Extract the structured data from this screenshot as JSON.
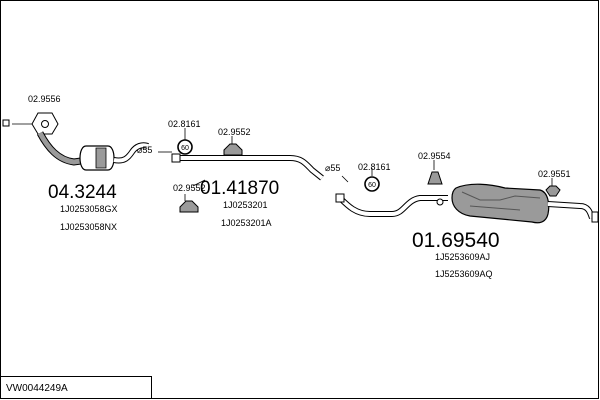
{
  "diagram_code": "VW0044249A",
  "labels": {
    "p1": "02.9556",
    "p2": "02.8161",
    "p3": "02.9552",
    "p4": "02.9552",
    "p5": "02.8161",
    "p6": "02.9554",
    "p7": "02.9551",
    "dia1": "⌀55",
    "dia2": "⌀55"
  },
  "groups": {
    "front": {
      "number": "04.3244",
      "refs": [
        "1J0253058GX",
        "1J0253058NX"
      ]
    },
    "middle": {
      "number": "01.41870",
      "refs": [
        "1J0253201",
        "1J0253201A"
      ]
    },
    "rear": {
      "number": "01.69540",
      "refs": [
        "1J5253609AJ",
        "1J5253609AQ"
      ]
    }
  },
  "clamps": {
    "c1": "60",
    "c2": "60"
  },
  "colors": {
    "line": "#000000",
    "fill": "#ffffff",
    "shade": "#9a9a9a",
    "dark": "#555555"
  }
}
